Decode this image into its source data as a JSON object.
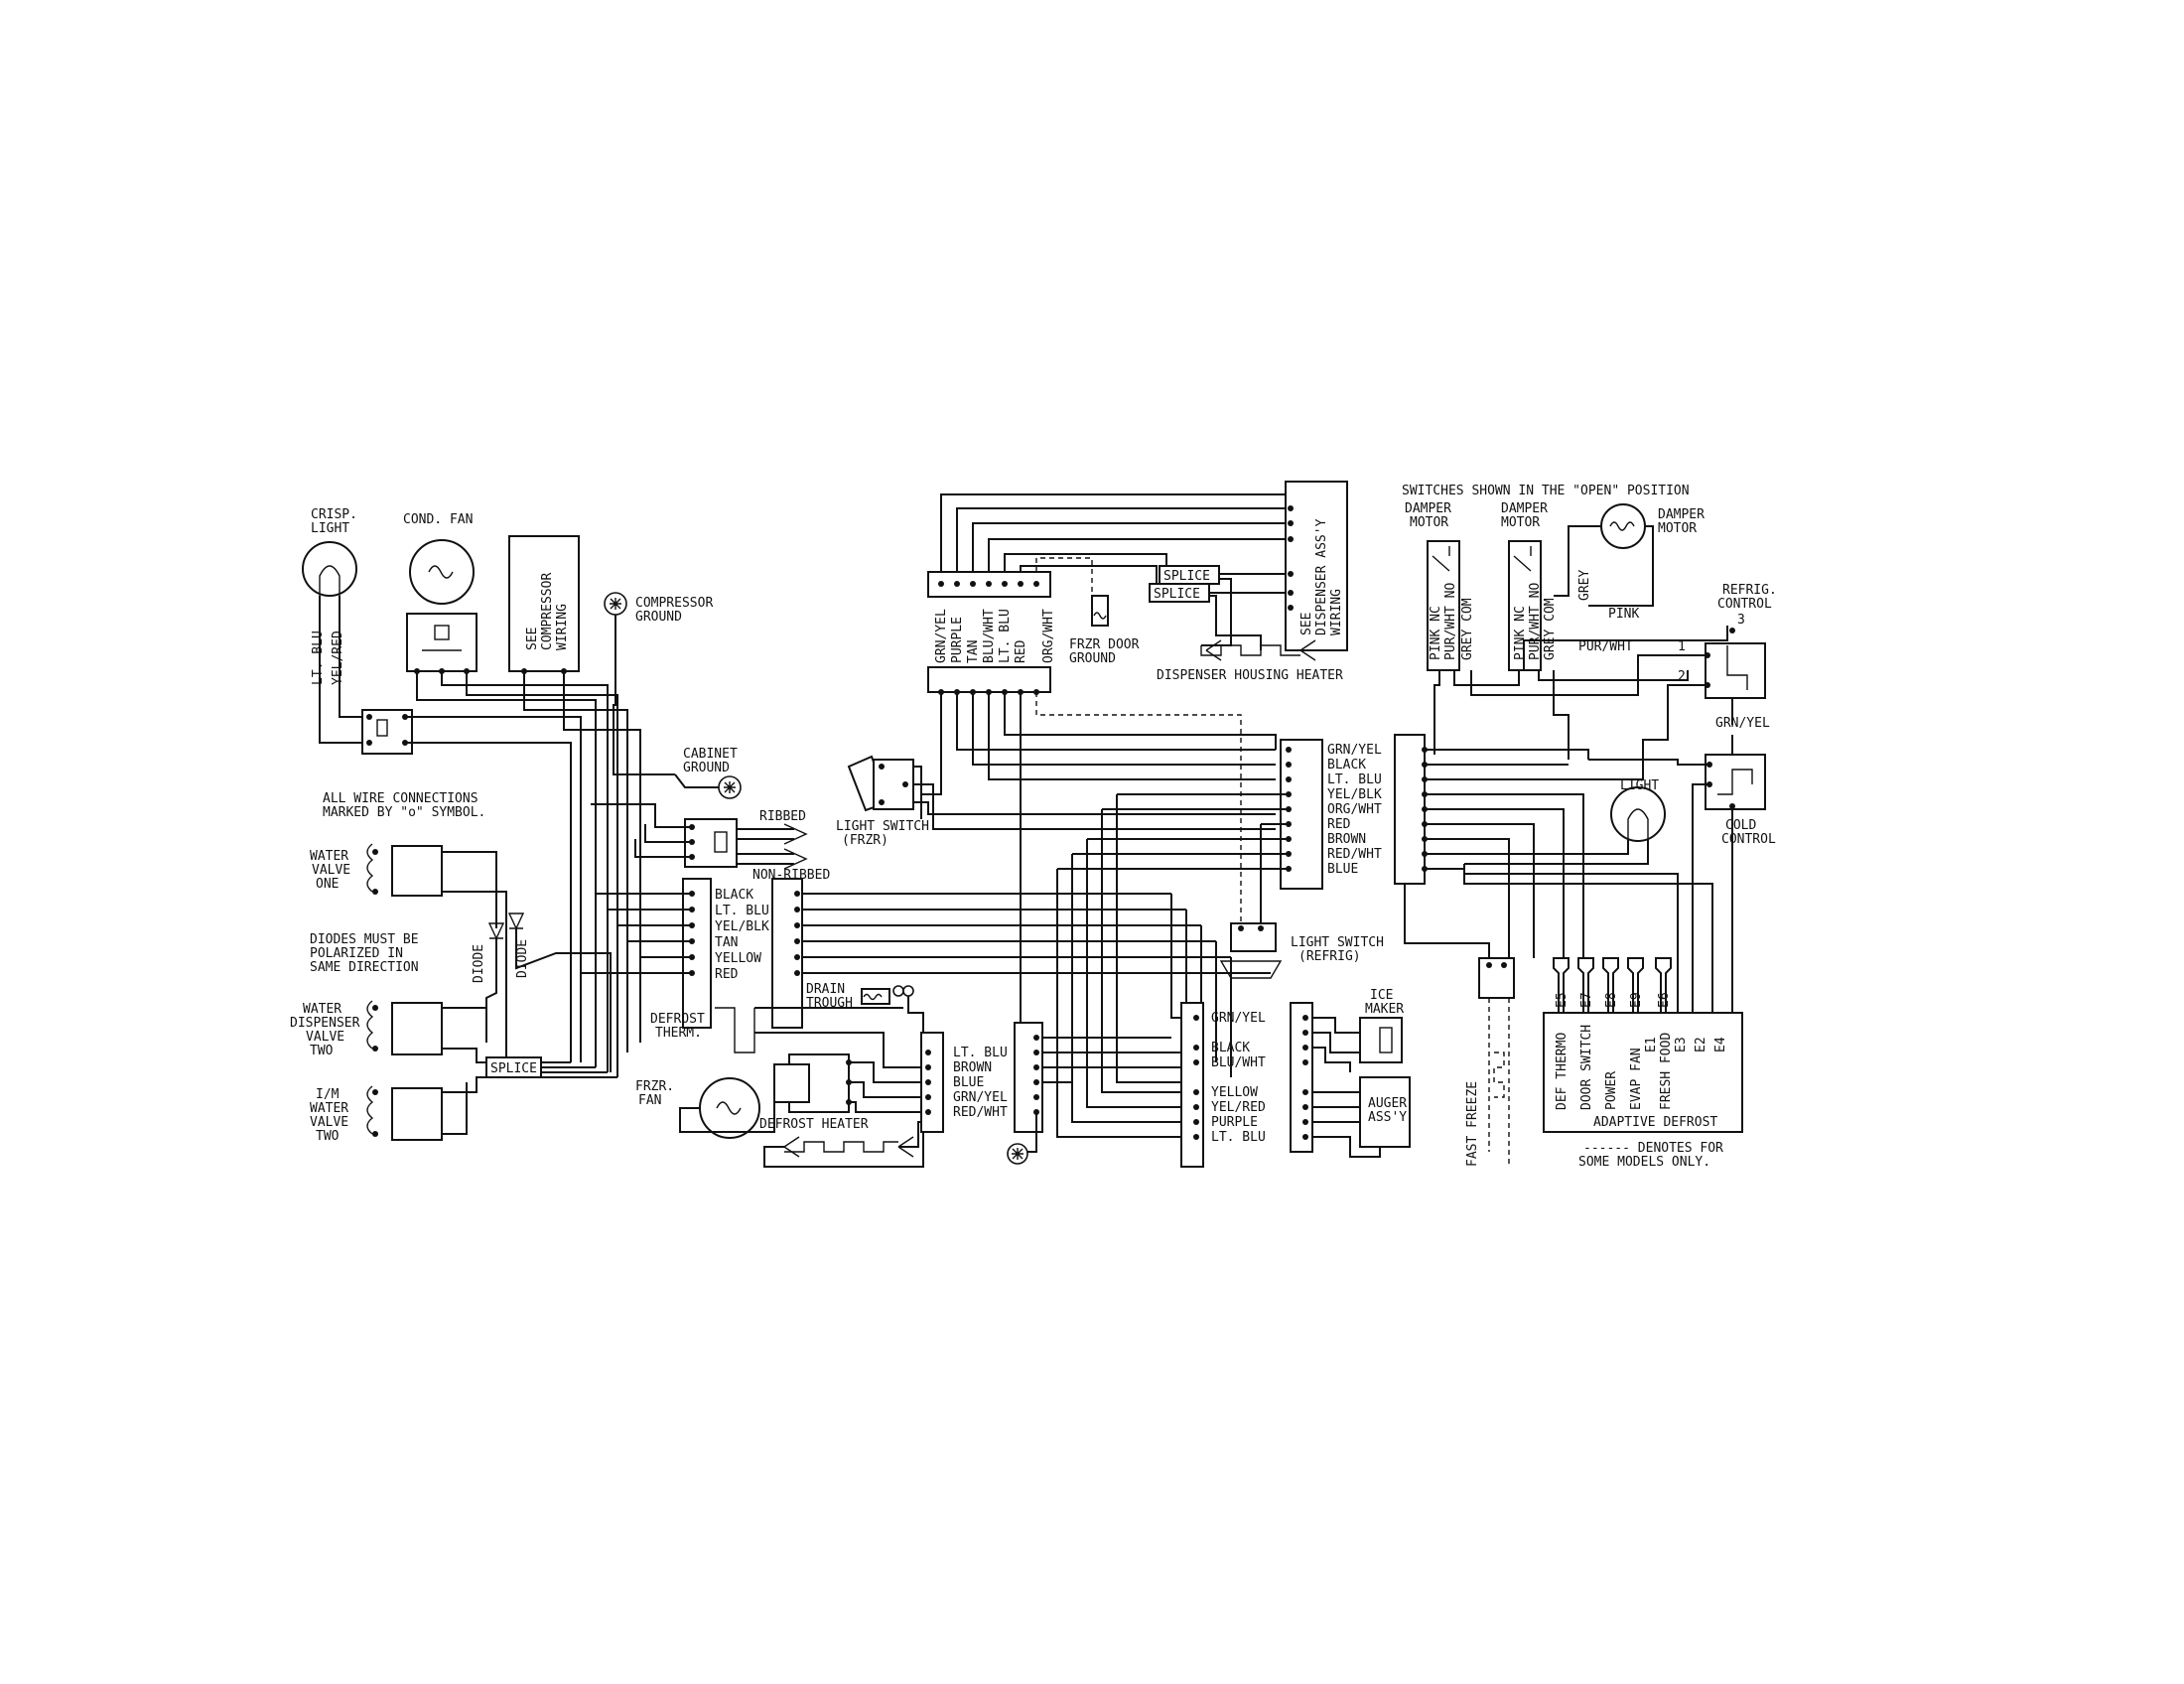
{
  "colors": {
    "ink": "#111111",
    "paper": "#ffffff"
  },
  "labels": {
    "crisp_light": [
      "CRISP.",
      "LIGHT"
    ],
    "cond_fan": "COND. FAN",
    "see_compressor_wiring": [
      "SEE",
      "COMPRESSOR",
      "WIRING"
    ],
    "compressor_ground": [
      "COMPRESSOR",
      "GROUND"
    ],
    "lt_blu_wire": "LT. BLU",
    "yel_red_wire": "YEL/RED",
    "cabinet_ground": [
      "CABINET",
      "GROUND"
    ],
    "all_wire_note": [
      "ALL WIRE CONNECTIONS",
      "MARKED BY \"o\" SYMBOL."
    ],
    "ribbed": "RIBBED",
    "non_ribbed": "NON-RIBBED",
    "water_valve_one": [
      "WATER",
      "VALVE",
      "ONE"
    ],
    "diodes_note": [
      "DIODES MUST BE",
      "POLARIZED IN",
      "SAME DIRECTION"
    ],
    "diode": "DIODE",
    "water_dispenser_valve_two": [
      "WATER",
      "DISPENSER",
      "VALVE",
      "TWO"
    ],
    "im_water_valve_two": [
      "I/M",
      "WATER",
      "VALVE",
      "TWO"
    ],
    "splice": "SPLICE",
    "left_connector_wires": [
      "BLACK",
      "LT. BLU",
      "YEL/BLK",
      "TAN",
      "YELLOW",
      "RED"
    ],
    "light_switch_frzr": [
      "LIGHT SWITCH",
      "(FRZR)"
    ],
    "top_harness_wires": [
      "GRN/YEL",
      "PURPLE",
      "TAN",
      "BLU/WHT",
      "LT. BLU",
      "RED",
      "ORG/WHT"
    ],
    "frzr_door_ground": [
      "FRZR DOOR",
      "GROUND"
    ],
    "dispenser_assy": [
      "SEE",
      "DISPENSER ASS'Y",
      "WIRING"
    ],
    "dispenser_housing_heater": "DISPENSER HOUSING HEATER",
    "mid_connector_wires": [
      "GRN/YEL",
      "BLACK",
      "LT. BLU",
      "YEL/BLK",
      "ORG/WHT",
      "RED",
      "BROWN",
      "RED/WHT",
      "BLUE"
    ],
    "light_switch_refrig": [
      "LIGHT SWITCH",
      "(REFRIG)"
    ],
    "drain_trough": [
      "DRAIN",
      "TROUGH"
    ],
    "defrost_therm": [
      "DEFROST",
      "THERM."
    ],
    "frzr_fan": [
      "FRZR.",
      "FAN"
    ],
    "defrost_heater": "DEFROST HEATER",
    "fan_connector_wires": [
      "LT. BLU",
      "BROWN",
      "BLUE",
      "GRN/YEL",
      "RED/WHT"
    ],
    "ice_connector_wires": [
      "GRN/YEL",
      "BLACK",
      "BLU/WHT",
      "YELLOW",
      "YEL/RED",
      "PURPLE",
      "LT. BLU"
    ],
    "ice_maker": [
      "ICE",
      "MAKER"
    ],
    "auger_assy": [
      "AUGER",
      "ASS'Y"
    ],
    "switches_note": "SWITCHES SHOWN IN THE \"OPEN\" POSITION",
    "damper_motor": [
      "DAMPER",
      "MOTOR"
    ],
    "damper_switch_wires": [
      "PINK NC",
      "PUR/WHT NO",
      "GREY COM"
    ],
    "grey": "GREY",
    "pink": "PINK",
    "pur_wht": "PUR/WHT",
    "grn_yel": "GRN/YEL",
    "refrig_control": [
      "REFRIG.",
      "CONTROL"
    ],
    "refrig_control_terminals": [
      "3",
      "1",
      "2"
    ],
    "light": "LIGHT",
    "cold_control": [
      "COLD",
      "CONTROL"
    ],
    "fast_freeze": "FAST FREEZE",
    "adaptive_terminals": [
      "E5",
      "E7",
      "E8",
      "E9",
      "E6"
    ],
    "adaptive_functions": [
      "DEF THERMO",
      "DOOR SWITCH",
      "POWER",
      "EVAP FAN",
      "E1",
      "FRESH FOOD",
      "E3",
      "E2",
      "E4"
    ],
    "adaptive_defrost": "ADAPTIVE DEFROST",
    "denotes_note": [
      "------ DENOTES FOR",
      "SOME MODELS ONLY."
    ]
  }
}
